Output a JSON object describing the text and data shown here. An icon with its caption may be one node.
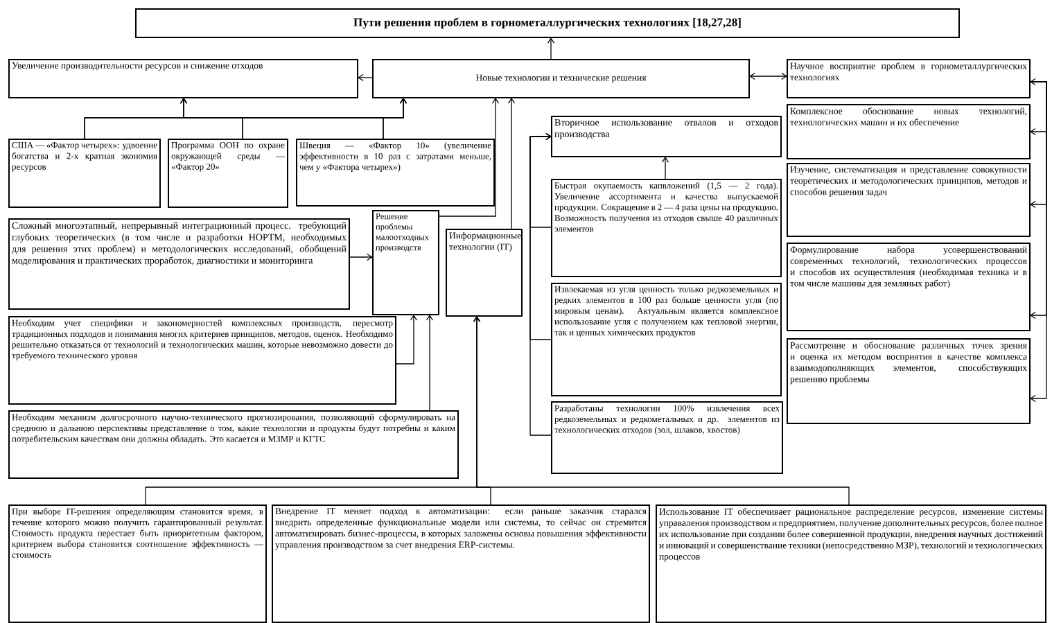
{
  "diagram": {
    "nodes": [
      {
        "text": [
          "Пути решения проблем в горнометаллургических технологиях [18,27,28]"
        ]
      },
      {
        "text": [
          "Увеличение производительности ресурсов и снижение отходов"
        ]
      },
      {
        "text": [
          "Новые технологии и технические решения"
        ]
      },
      {
        "text": [
          "Научное восприятие проблем в горнометаллургических технологиях"
        ]
      },
      {
        "text": [
          "США — «Фактор четырех»: удвоение богатства и 2-х кратная экономия ресурсов"
        ]
      },
      {
        "text": [
          "Программа ООН по охране окружающей среды — «Фактор 20»"
        ]
      },
      {
        "text": [
          "Швеция — «Фактор 10» (увеличение эффективности в 10 раз с затратами меньше, чем у «Фактора четырех»)"
        ]
      },
      {
        "text": [
          "Сложный многоэтапный, непрерывный интеграционный процесс. требующий глубоких теоретических (в том числе и разработки НОРТМ, необходимых для решения этих проблем) и методологических исследований, обобщений моделирования и практических проработок, диагностики и мониторинга"
        ]
      },
      {
        "text": [
          "Решение проблемы малоотходных производств"
        ]
      },
      {
        "text": [
          "Информационные технологии (IT)"
        ]
      },
      {
        "text": [
          "Необходим учет специфики и закономерностей комплексных производств, пересмотр традиционных подходов и понимания многих критериев принципов, методов, оценок. Необходимо решительно отказаться от технологий и технологических машин, которые невозможно довести до требуемого технического уровня"
        ]
      },
      {
        "text": [
          "Необходим механизм долгосрочного научно-технического прогнозирования, позволяющий сформулировать на среднюю и дальнюю перспективы представление о том, какие технологии и продукты будут потребны и каким потребительским качествам они должны обладать. Это касается и МЗМР и КГТС"
        ]
      },
      {
        "text": [
          "Вторичное использование отвалов и отходов производства"
        ]
      },
      {
        "text": [
          "Быстрая окупаемость капвложений (1,5 — 2 года). Увеличение ассортимента и качества выпускаемой продукции. Сокращение в 2 — 4 раза цены на продукцию. Возможность получения из отходов свыше 40 различных элементов"
        ]
      },
      {
        "text": [
          "Извлекаемая из угля ценность только редкоземельных и редких элементов в 100 раз больше ценности угля (по мировым ценам). Актуальным является комплексное использование угля с получением как тепловой энергии, так и ценных химических продуктов"
        ]
      },
      {
        "text": [
          "Разработаны технологии 100% извлечения всех редкоземельных и редкометальных и др. элементов из технологических отходов (зол, шлаков, хвостов)"
        ]
      },
      {
        "text": [
          "Комплексное обоснование новых технологий, технологических машин и их обеспечение"
        ]
      },
      {
        "text": [
          "Изучение, систематизация и представление совокупности теоретических и методологических принципов, методов и способов решения задач"
        ]
      },
      {
        "text": [
          "Формулирование набора усовершенствований современных технологий, технологических процессов и способов их осуществления (необходимая техника и в том числе машины для земляных работ)"
        ]
      },
      {
        "text": [
          "Рассмотрение и обоснование различных точек зрения и оценка их методом восприятия в качестве комплекса взаимодополняющих элементов, способствующих решению проблемы"
        ]
      },
      {
        "text": [
          "При выборе IT-решения определяющим становится время, в течение которого можно получить гарантированный результат. Стоимость продукта перестает быть приоритетным фактором, критерием выбора становится соотношение эффективность — стоимость"
        ]
      },
      {
        "text": [
          "Внедрение IT меняет подход к автоматизации: если раньше заказчик старался внедрить определенные функциональные модели или системы, то сейчас он стремится автоматизировать бизнес-процессы, в которых заложены основы повышения эффективности управления производством за счет внедрения ERP-системы."
        ]
      },
      {
        "text": [
          "Использование IT обеспечивает рациональное распределение ресурсов, изменение системы управаления производством и предприятием, получение дополнительных ресурсов, более полное их использование при создании более совершенной продукции, внедрения научных достижений и инноваций и совершенствание техники (непосредственно МЗР), технологий и технологических процессов"
        ]
      }
    ],
    "edges": [
      {
        "from": 2,
        "to": 0,
        "arrow": "to"
      },
      {
        "from": 2,
        "to": 1,
        "arrow": "to"
      },
      {
        "from": 2,
        "to": 3,
        "arrow": "both"
      },
      {
        "from": 4,
        "to": 1,
        "arrow": "to"
      },
      {
        "from": 4,
        "to": 2,
        "arrow": "to"
      },
      {
        "from": 5,
        "to": 1,
        "arrow": "to"
      },
      {
        "from": 5,
        "to": 2,
        "arrow": "to"
      },
      {
        "from": 6,
        "to": 1,
        "arrow": "to"
      },
      {
        "from": 6,
        "to": 2,
        "arrow": "to"
      },
      {
        "from": 8,
        "to": 2,
        "arrow": "to"
      },
      {
        "from": 9,
        "to": 2,
        "arrow": "to"
      },
      {
        "from": 7,
        "to": 8,
        "arrow": "to"
      },
      {
        "from": 10,
        "to": 8,
        "arrow": "to"
      },
      {
        "from": 11,
        "to": 8,
        "arrow": "to"
      },
      {
        "from": 20,
        "to": 9,
        "arrow": "to"
      },
      {
        "from": 21,
        "to": 9,
        "arrow": "to"
      },
      {
        "from": 22,
        "to": 9,
        "arrow": "to"
      },
      {
        "from": 13,
        "to": 12,
        "arrow": "to"
      },
      {
        "from": 13,
        "to": 12,
        "arrow": "to"
      },
      {
        "from": 14,
        "to": 12,
        "arrow": "to"
      },
      {
        "from": 15,
        "to": 12,
        "arrow": "to"
      },
      {
        "from": 3,
        "to": 16,
        "arrow": "both"
      },
      {
        "from": 3,
        "to": 17,
        "arrow": "to"
      },
      {
        "from": 3,
        "to": 18,
        "arrow": "to"
      },
      {
        "from": 3,
        "to": 19,
        "arrow": "to"
      }
    ]
  }
}
